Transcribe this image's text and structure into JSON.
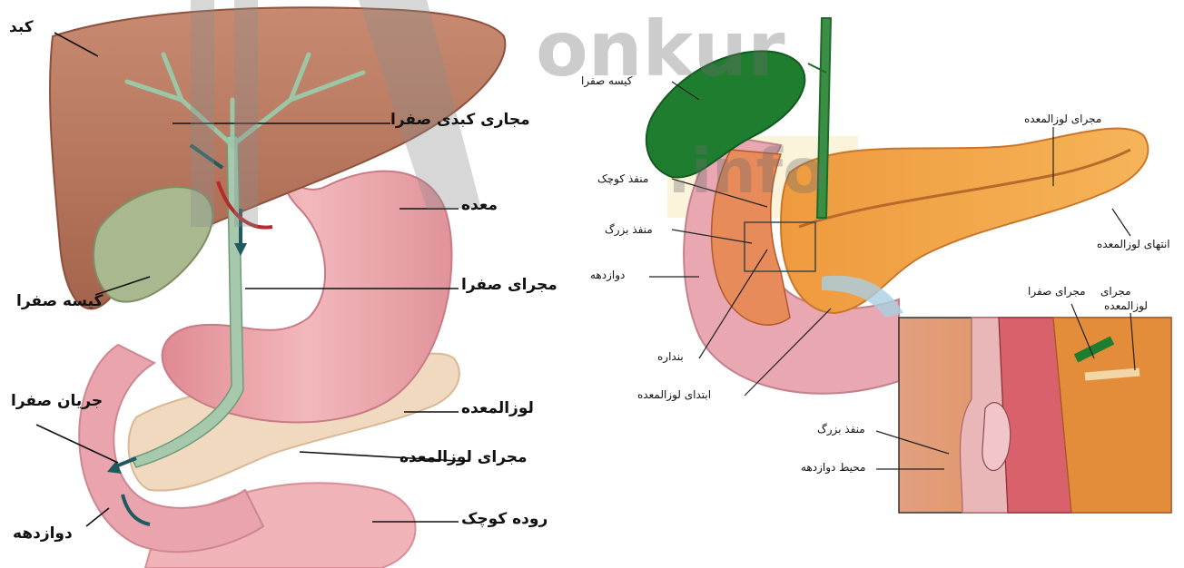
{
  "left_figure": {
    "labels": {
      "liver": "کبد",
      "hepatic_bile_ducts": "مجاری کبدی صفرا",
      "stomach": "معده",
      "gallbladder": "کیسه صفرا",
      "bile_duct": "مجرای صفرا",
      "bile_flow": "جریان صفرا",
      "pancreas": "لوزالمعده",
      "pancreatic_duct": "مجرای لوزالمعده",
      "duodenum": "دوازدهه",
      "small_intestine": "روده کوچک"
    }
  },
  "right_figure": {
    "labels": {
      "gallbladder": "کیسه صفرا",
      "pancreatic_duct": "مجرای لوزالمعده",
      "minor_papilla": "منفذ کوچک",
      "major_papilla": "منفذ بزرگ",
      "duodenum": "دوازدهه",
      "pancreas_tail": "انتهای لوزالمعده",
      "sphincter": "بنداره",
      "pancreas_head": "ابتدای لوزالمعده"
    },
    "inset_labels": {
      "bile_duct": "مجرای صفرا",
      "pancreatic_duct_line1": "مجرای",
      "pancreatic_duct_line2": "لوزالمعده",
      "major_papilla": "منفذ بزرگ",
      "duodenal_wall": "محیط دوازدهه"
    }
  },
  "watermark": {
    "text_main": "onkur",
    "text_sub": ".info"
  },
  "colors": {
    "liver": "#b9775e",
    "stomach": "#e59aa0",
    "gallbladder": "#1f7d2f",
    "bile_duct": "#9cc7a6",
    "pancreas": "#f0a64a",
    "duodenum": "#e6a3ad",
    "watermark": "#8c8c8c",
    "watermark_accent": "#f2c94c"
  }
}
